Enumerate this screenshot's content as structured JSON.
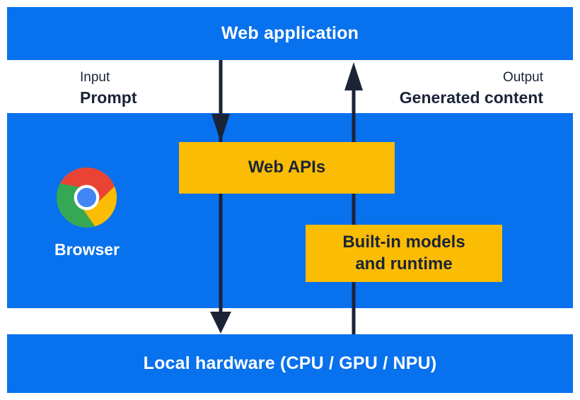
{
  "title": "Web application to local hardware architecture diagram",
  "colors": {
    "band_blue": "#0871ed",
    "box_yellow": "#fbbc04",
    "ink_navy": "#1b2437",
    "text_white": "#ffffff",
    "chrome_red": "#ea4335",
    "chrome_yellow": "#fbbc04",
    "chrome_green": "#34a853",
    "chrome_blue": "#4285f4"
  },
  "bands": {
    "web_application": {
      "label": "Web application"
    },
    "local_hardware": {
      "label": "Local hardware (CPU / GPU / NPU)"
    }
  },
  "flow_labels": {
    "input": {
      "line1": "Input",
      "line2": "Prompt"
    },
    "output": {
      "line1": "Output",
      "line2": "Generated content"
    }
  },
  "browser": {
    "label": "Browser",
    "logo_icon": "chrome-logo-icon"
  },
  "boxes": {
    "web_apis": {
      "label": "Web APIs"
    },
    "builtin_models": {
      "line1": "Built-in models",
      "line2": "and runtime"
    }
  },
  "arrows": {
    "down": {
      "name": "input-flow-arrow",
      "direction": "down",
      "from": "Web application",
      "to": "Local hardware"
    },
    "up": {
      "name": "output-flow-arrow",
      "direction": "up",
      "from": "Local hardware",
      "to": "Web application"
    }
  }
}
